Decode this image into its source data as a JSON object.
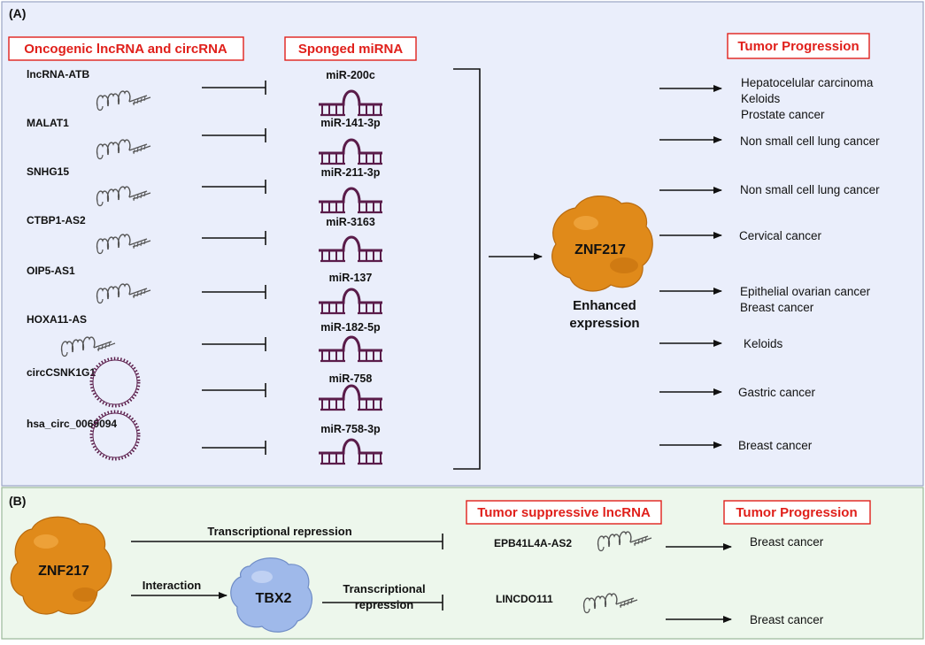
{
  "panel_a": {
    "label": "(A)",
    "headers": {
      "oncogenic": "Oncogenic lncRNA and circRNA",
      "sponged": "Sponged miRNA",
      "progression": "Tumor Progression"
    },
    "rnas": [
      {
        "name": "lncRNA-ATB",
        "kind": "lncRNA"
      },
      {
        "name": "MALAT1",
        "kind": "lncRNA"
      },
      {
        "name": "SNHG15",
        "kind": "lncRNA"
      },
      {
        "name": "CTBP1-AS2",
        "kind": "lncRNA"
      },
      {
        "name": "OIP5-AS1",
        "kind": "lncRNA"
      },
      {
        "name": "HOXA11-AS",
        "kind": "lncRNA"
      },
      {
        "name": "circCSNK1G1",
        "kind": "circRNA"
      },
      {
        "name": "hsa_circ_0069094",
        "kind": "circRNA"
      }
    ],
    "mirnas": [
      "miR-200c",
      "miR-141-3p",
      "miR-211-3p",
      "miR-3163",
      "miR-137",
      "miR-182-5p",
      "miR-758",
      "miR-758-3p"
    ],
    "center": {
      "protein": "ZNF217",
      "caption_line1": "Enhanced",
      "caption_line2": "expression"
    },
    "cancers": [
      [
        "Hepatocelular carcinoma",
        "Keloids",
        "Prostate cancer"
      ],
      [
        "Non small cell lung cancer"
      ],
      [
        "Non small cell lung cancer"
      ],
      [
        "Cervical cancer"
      ],
      [
        "Epithelial ovarian cancer",
        "Breast cancer"
      ],
      [
        "Keloids"
      ],
      [
        "Gastric cancer"
      ],
      [
        "Breast cancer"
      ]
    ]
  },
  "panel_b": {
    "label": "(B)",
    "protein": "ZNF217",
    "partner": "TBX2",
    "interaction_label": "Interaction",
    "repression_label": "Transcriptional repression",
    "repression2_line1": "Transcriptional",
    "repression2_line2": "repression",
    "headers": {
      "suppressive": "Tumor suppressive lncRNA",
      "progression": "Tumor Progression"
    },
    "lncrnas": [
      "EPB41L4A-AS2",
      "LINCDO111"
    ],
    "cancers": [
      "Breast cancer",
      "Breast cancer"
    ]
  },
  "colors": {
    "panel_a_bg": "#eaeefb",
    "panel_b_bg": "#edf7ec",
    "header_red": "#e0201b",
    "mirna_purple": "#5a1c4a",
    "znf_orange": "#e08a1a",
    "tbx_blue": "#9fb9ea"
  }
}
